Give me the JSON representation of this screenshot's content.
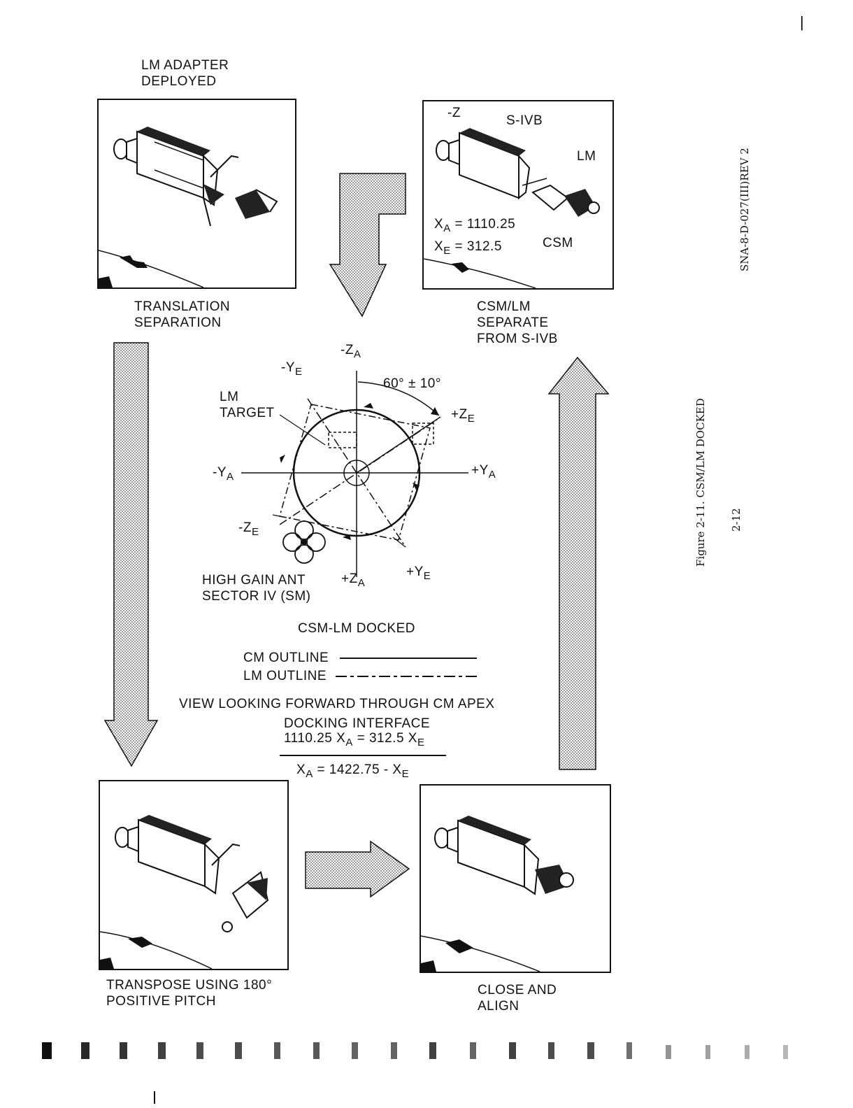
{
  "page": {
    "corner_mark": "|"
  },
  "panels": {
    "top_left": {
      "caption_top": "LM ADAPTER\nDEPLOYED",
      "caption_bottom": "TRANSLATION\nSEPARATION"
    },
    "top_right": {
      "label_minus_z": "-Z",
      "label_sivb": "S-IVB",
      "label_lm": "LM",
      "label_csm": "CSM",
      "eq1_lhs": "X",
      "eq1_sub": "A",
      "eq1_rhs": "= 1110.25",
      "eq2_lhs": "X",
      "eq2_sub": "E",
      "eq2_rhs": "= 312.5",
      "caption_bottom": "CSM/LM\nSEPARATE\nFROM S-IVB"
    },
    "bottom_left": {
      "caption_bottom": "TRANSPOSE USING 180°\nPOSITIVE PITCH"
    },
    "bottom_right": {
      "caption_bottom": "CLOSE AND\nALIGN"
    }
  },
  "center": {
    "minus_za": "-Z",
    "minus_za_sub": "A",
    "minus_ye": "-Y",
    "minus_ye_sub": "E",
    "angle": "60° ± 10°",
    "plus_ze": "+Z",
    "plus_ze_sub": "E",
    "lm_target": "LM\nTARGET",
    "minus_ya": "-Y",
    "minus_ya_sub": "A",
    "plus_ya": "+Y",
    "plus_ya_sub": "A",
    "minus_ze": "-Z",
    "minus_ze_sub": "E",
    "high_gain": "HIGH GAIN ANT\nSECTOR IV (SM)",
    "plus_za": "+Z",
    "plus_za_sub": "A",
    "plus_ye": "+Y",
    "plus_ye_sub": "E",
    "title": "CSM-LM DOCKED",
    "cm_outline": "CM OUTLINE",
    "lm_outline": "LM OUTLINE",
    "view": "VIEW LOOKING FORWARD THROUGH CM APEX",
    "docking_interface": "DOCKING INTERFACE",
    "eq_a": "1110.25 X",
    "eq_a_sub": "A",
    "eq_b": " = 312.5 X",
    "eq_b_sub": "E",
    "eq2_lhs": "X",
    "eq2_lhs_sub": "A",
    "eq2_rhs": " = 1422.75 - X",
    "eq2_rhs_sub": "E"
  },
  "side": {
    "doc_id": "SNA-8-D-027(III)REV 2",
    "figure": "Figure 2-11.     CSM/LM DOCKED",
    "page_number": "2-12"
  }
}
